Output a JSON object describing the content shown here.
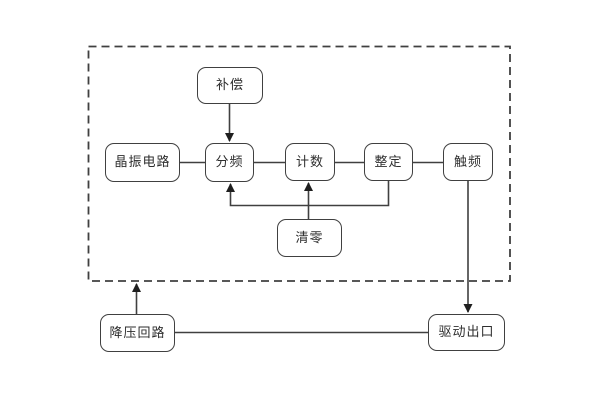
{
  "diagram": {
    "title": "timer-circuit-block-diagram",
    "nodes": {
      "compensation": {
        "label": "补偿"
      },
      "crystal": {
        "label": "晶振电路"
      },
      "divider": {
        "label": "分频"
      },
      "counter": {
        "label": "计数"
      },
      "setting": {
        "label": "整定"
      },
      "trigger": {
        "label": "触频"
      },
      "clear": {
        "label": "清零"
      },
      "stepdown": {
        "label": "降压回路"
      },
      "output": {
        "label": "驱动出口"
      }
    },
    "edges": [
      {
        "from": "compensation",
        "to": "divider",
        "arrow": true
      },
      {
        "from": "crystal",
        "to": "divider",
        "arrow": false
      },
      {
        "from": "divider",
        "to": "counter",
        "arrow": false
      },
      {
        "from": "counter",
        "to": "setting",
        "arrow": false
      },
      {
        "from": "setting",
        "to": "trigger",
        "arrow": false
      },
      {
        "from": "setting",
        "to": "divider",
        "arrow": true
      },
      {
        "from": "clear",
        "to": "counter",
        "arrow": true
      },
      {
        "from": "trigger",
        "to": "output",
        "arrow": true
      },
      {
        "from": "stepdown",
        "to": "output",
        "arrow": false
      },
      {
        "from": "stepdown",
        "to": "dashed-boundary",
        "arrow": true
      }
    ],
    "colors": {
      "line": "#404040",
      "arrow": "#1f1f1f",
      "box_fill": "#ffffff",
      "text": "#2e2e2e",
      "background": "#ffffff"
    }
  }
}
